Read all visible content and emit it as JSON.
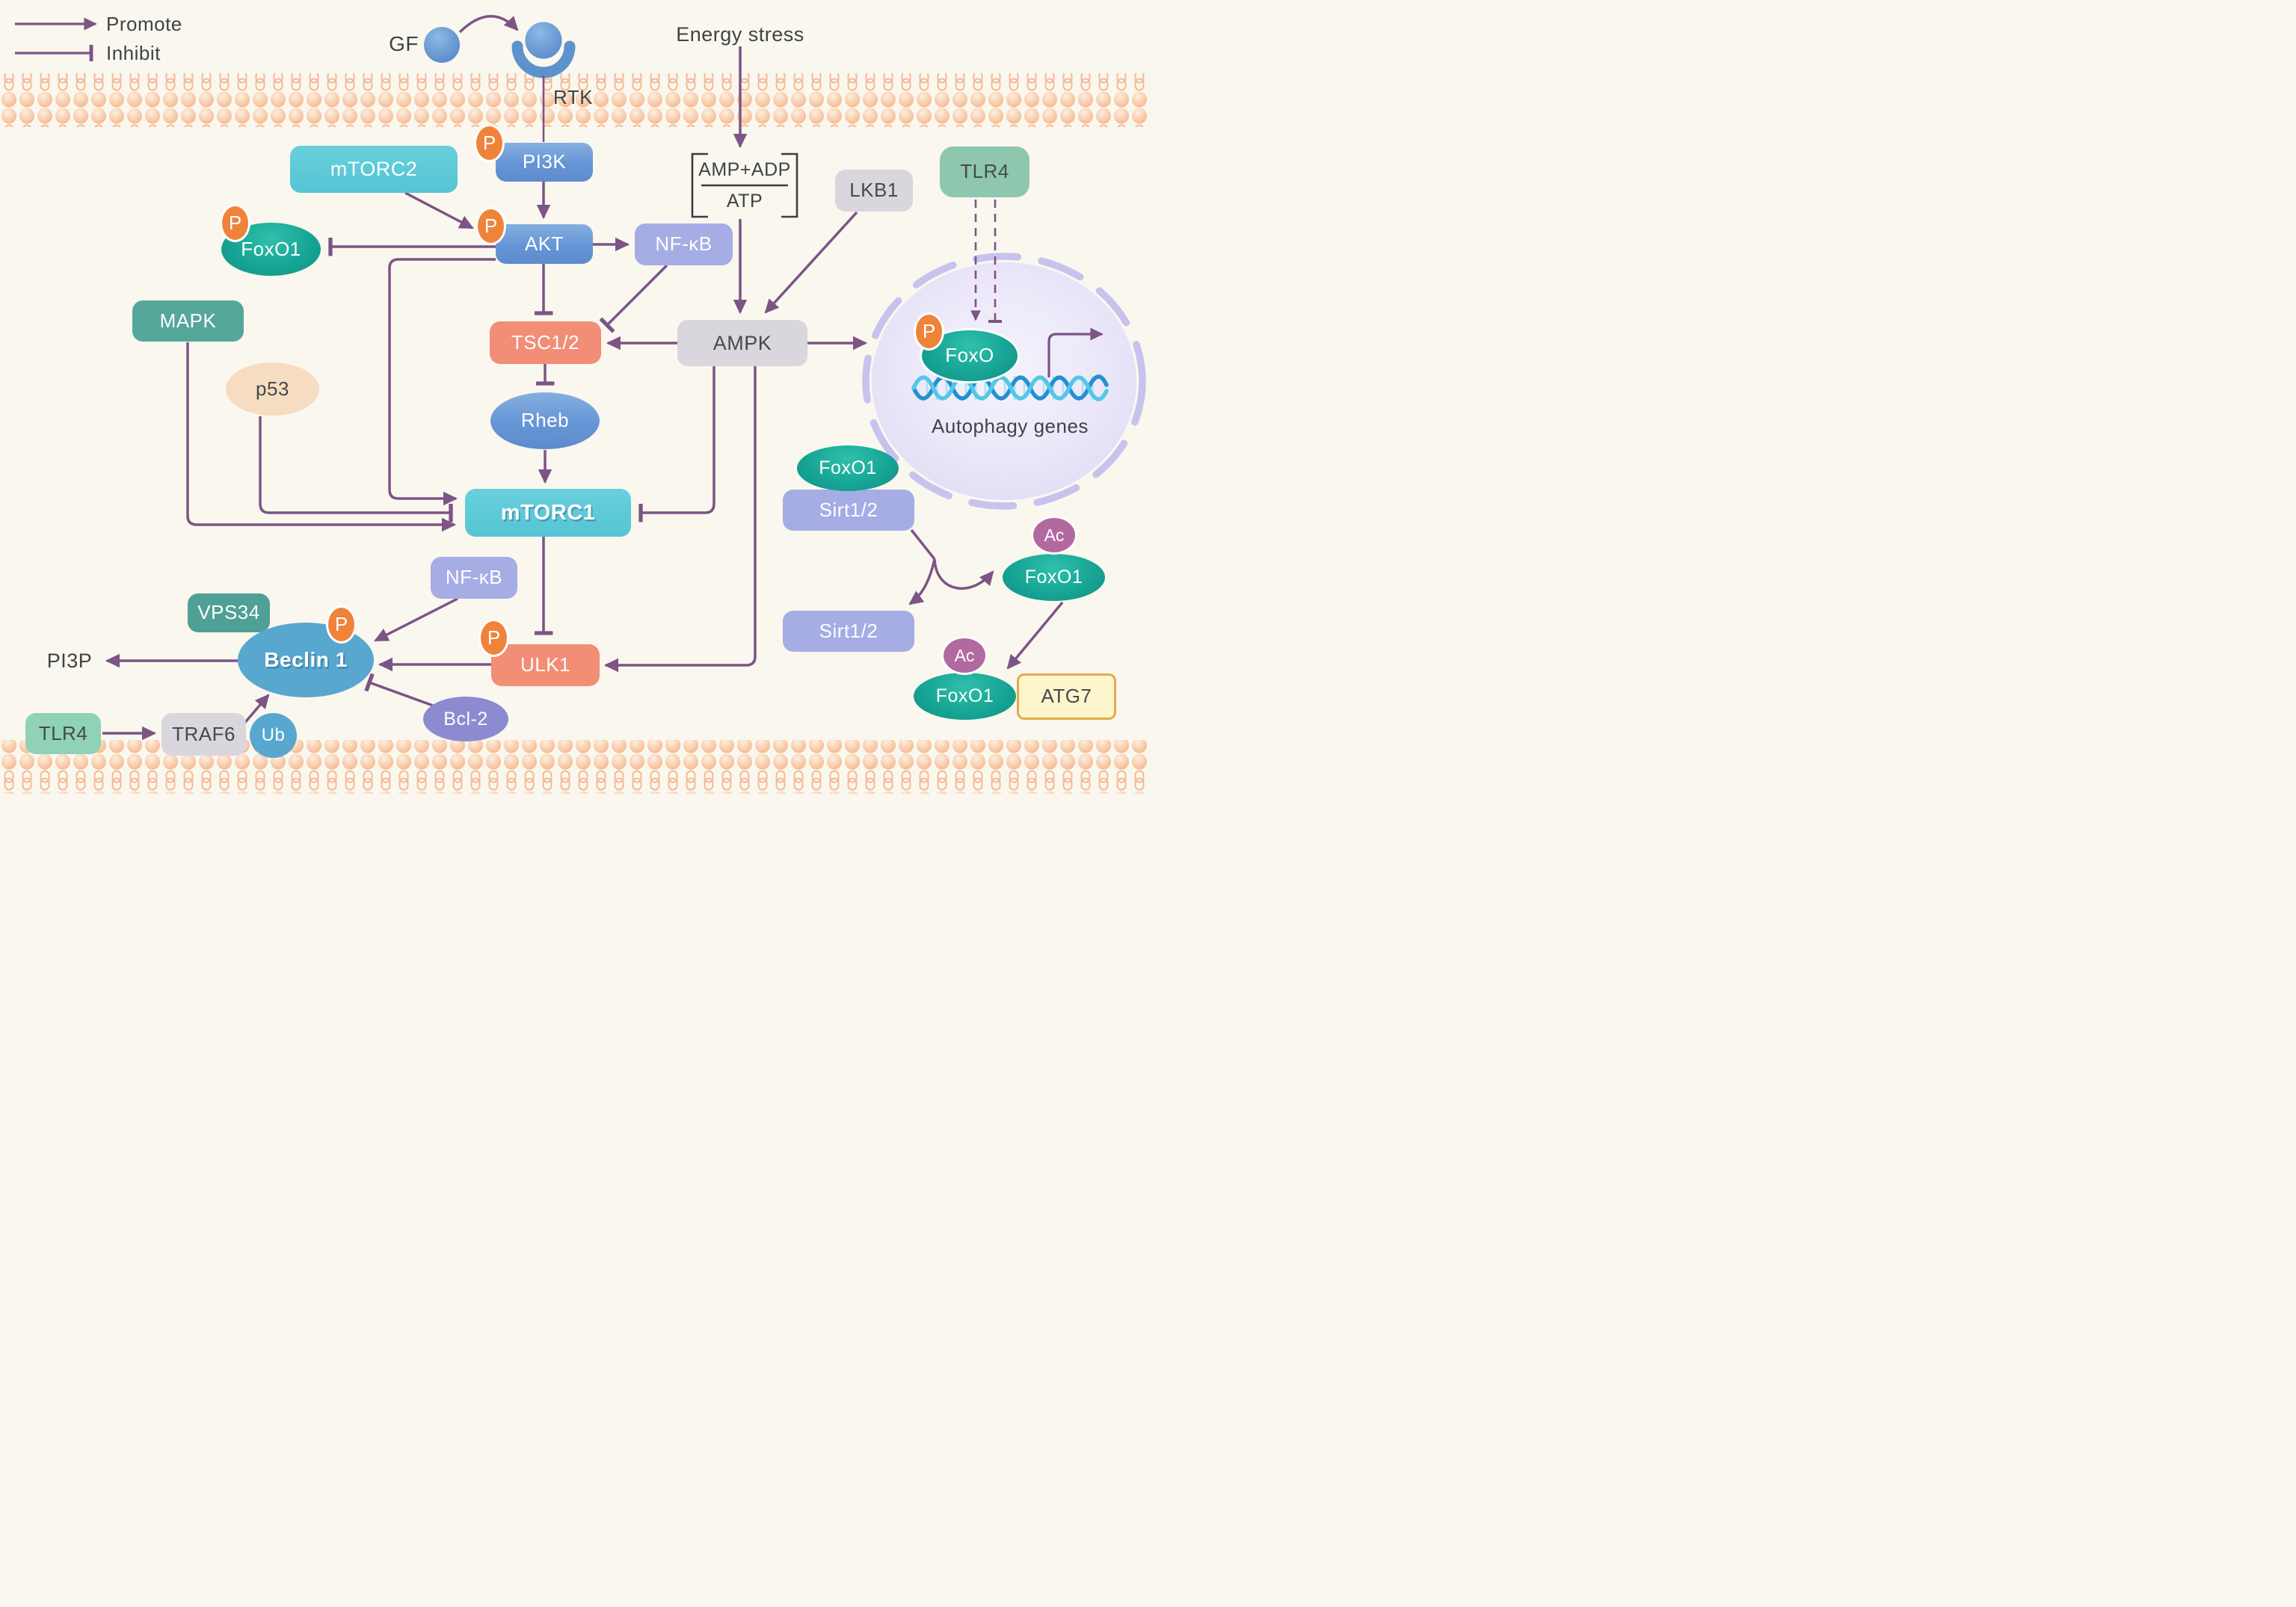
{
  "title": "Autophagy signaling pathway diagram",
  "legend": {
    "promote_label": "Promote",
    "inhibit_label": "Inhibit"
  },
  "annotations": {
    "gf": "GF",
    "rtk": "RTK",
    "energy_stress": "Energy stress",
    "amp_adp": "AMP+ADP",
    "atp": "ATP",
    "pi3p": "PI3P",
    "autophagy_genes": "Autophagy genes"
  },
  "badges": {
    "phospho": "P",
    "acetyl": "Ac"
  },
  "nodes": {
    "mtorc2": {
      "label": "mTORC2"
    },
    "pi3k": {
      "label": "PI3K"
    },
    "akt": {
      "label": "AKT"
    },
    "foxo1_left": {
      "label": "FoxO1"
    },
    "nfkb_top": {
      "label": "NF-κB"
    },
    "tsc12": {
      "label": "TSC1/2"
    },
    "ampk": {
      "label": "AMPK"
    },
    "lkb1": {
      "label": "LKB1"
    },
    "tlr4_top": {
      "label": "TLR4"
    },
    "mapk": {
      "label": "MAPK"
    },
    "p53": {
      "label": "p53"
    },
    "rheb": {
      "label": "Rheb"
    },
    "mtorc1": {
      "label": "mTORC1"
    },
    "nfkb_bottom": {
      "label": "NF-κB"
    },
    "vps34": {
      "label": "VPS34"
    },
    "beclin1": {
      "label": "Beclin 1"
    },
    "ulk1": {
      "label": "ULK1"
    },
    "bcl2": {
      "label": "Bcl-2"
    },
    "tlr4_bottom": {
      "label": "TLR4"
    },
    "traf6": {
      "label": "TRAF6"
    },
    "ub": {
      "label": "Ub"
    },
    "foxo_nucleus": {
      "label": "FoxO"
    },
    "foxo1_complex": {
      "label": "FoxO1"
    },
    "sirt12_complex": {
      "label": "Sirt1/2"
    },
    "sirt12_free": {
      "label": "Sirt1/2"
    },
    "foxo1_ac_upper": {
      "label": "FoxO1"
    },
    "foxo1_ac_lower": {
      "label": "FoxO1"
    },
    "atg7": {
      "label": "ATG7"
    }
  },
  "relations": [
    "GF -> RTK",
    "RTK -> PI3K",
    "PI3K -> AKT",
    "mTORC2 -> AKT",
    "AKT -| FoxO1",
    "AKT -> NF-κB",
    "AKT -| TSC1/2",
    "AKT -> mTORC1",
    "NF-κB -| TSC1/2",
    "Energy stress -> AMP+ADP/ATP",
    "AMP+ADP/ATP -> AMPK",
    "LKB1 -> AMPK",
    "AMPK -> TSC1/2",
    "AMPK -> FoxO (nucleus)",
    "AMPK -| mTORC1",
    "AMPK -> ULK1",
    "TSC1/2 -| Rheb",
    "Rheb -> mTORC1",
    "p53 -| mTORC1",
    "MAPK -> mTORC1",
    "mTORC1 -| ULK1",
    "ULK1 -> Beclin 1",
    "NF-κB -> Beclin 1",
    "Bcl-2 -| Beclin 1",
    "Beclin 1 -> PI3P",
    "TLR4 -> TRAF6",
    "TRAF6/Ub -> Beclin 1",
    "TLR4 --> FoxO (promote, dashed)",
    "TLR4 --| FoxO (inhibit, dashed)",
    "FoxO1/Sirt1/2 -> Ac-FoxO1",
    "FoxO1/Sirt1/2 -> Sirt1/2",
    "Ac-FoxO1 -> Ac-FoxO1/ATG7",
    "FoxO -> Autophagy genes transcription"
  ],
  "colors": {
    "background": "#faf7ee",
    "line_accent": "#7d5486",
    "membrane_head": "#f8c5a0",
    "membrane_tail": "#f6b995",
    "blue_node": "#6695d5",
    "teal_node": "#17a595",
    "cyan_node": "#5bc9d8",
    "lavender_node": "#a6ace4",
    "salmon_node": "#f28d76",
    "gray_node": "#d9d6dd",
    "green_node": "#8ec7ae",
    "phospho_badge": "#f0833a",
    "acetyl_badge": "#b2699f",
    "nucleus_fill": "#e6e2f7",
    "nucleus_border": "#c7c3ee",
    "atg7_fill": "#fdf5cb",
    "atg7_border": "#e2ab51",
    "dna_strand1": "#2191cf",
    "dna_strand2": "#54c6e8",
    "text_dark": "#3f4346"
  }
}
